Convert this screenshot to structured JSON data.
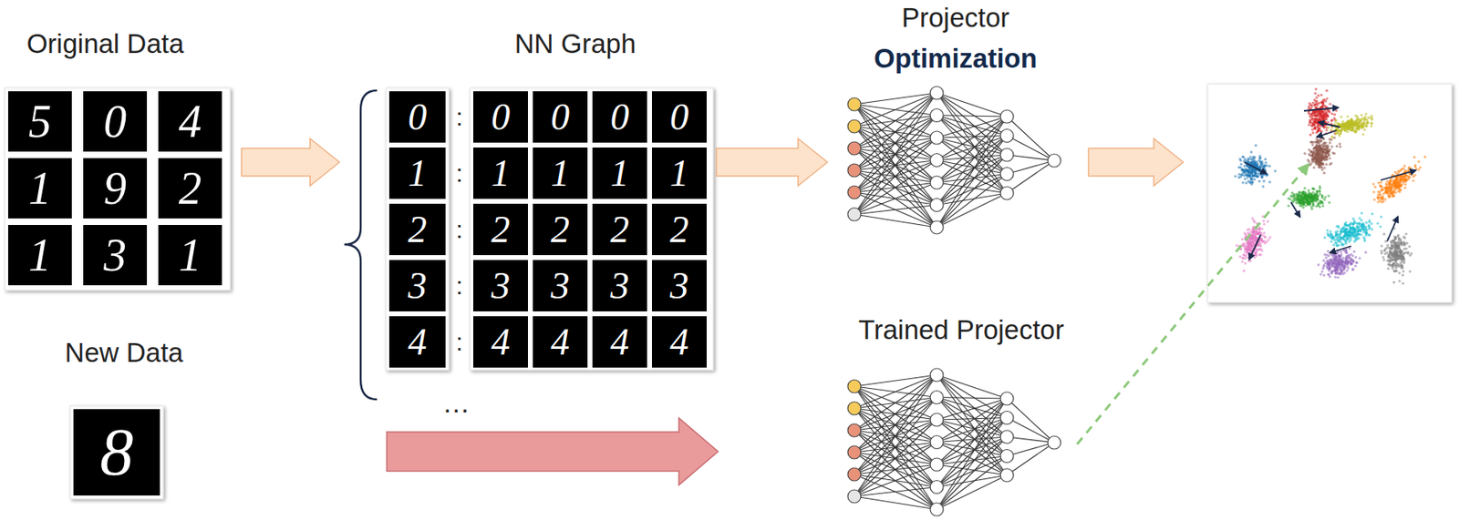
{
  "diagram": {
    "nodes": [
      {
        "text": [
          "Original Data"
        ]
      },
      {
        "text": [
          "NN Graph"
        ]
      },
      {
        "text": [
          "Projector",
          "Optimization"
        ]
      },
      {
        "text": [
          "New Data"
        ]
      },
      {
        "text": [
          "Trained Projector"
        ]
      }
    ],
    "edges": [
      {
        "from": 0,
        "to": 1,
        "arrow": "to"
      },
      {
        "from": 1,
        "to": 2,
        "arrow": "to"
      },
      {
        "from": 3,
        "to": 4,
        "arrow": "to"
      }
    ],
    "labels": [
      "5",
      "0",
      "4",
      "1",
      "9",
      "2",
      "1",
      "3",
      "1",
      "0",
      ":",
      "0",
      "0",
      "0",
      "0",
      "1",
      ":",
      "1",
      "1",
      "1",
      "1",
      "2",
      ":",
      "2",
      "2",
      "2",
      "2",
      "3",
      ":",
      "3",
      "3",
      "3",
      "3",
      "4",
      ":",
      "4",
      "4",
      "4",
      "4",
      "…",
      "8"
    ]
  }
}
